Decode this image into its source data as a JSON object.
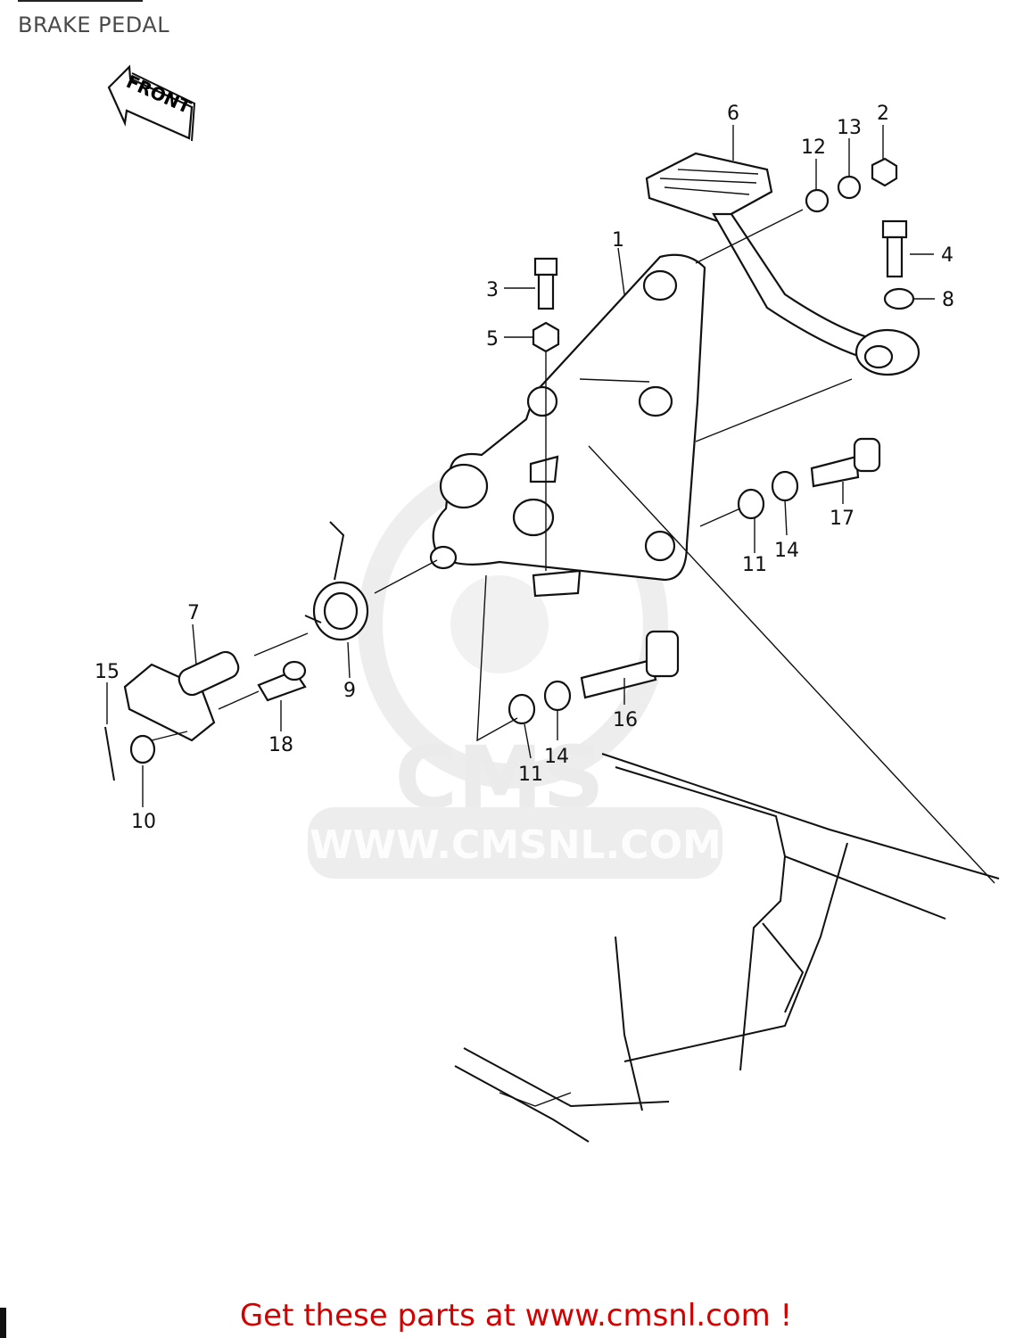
{
  "page": {
    "title": "BRAKE PEDAL",
    "footer": "Get these parts at www.cmsnl.com !"
  },
  "diagram": {
    "front_label": "FRONT",
    "watermark": {
      "brand": "CMS",
      "url": "WWW.CMSNL.COM"
    },
    "callouts": [
      "1",
      "2",
      "3",
      "4",
      "5",
      "6",
      "7",
      "8",
      "9",
      "10",
      "11",
      "11",
      "12",
      "13",
      "14",
      "14",
      "15",
      "16",
      "17",
      "18"
    ]
  }
}
